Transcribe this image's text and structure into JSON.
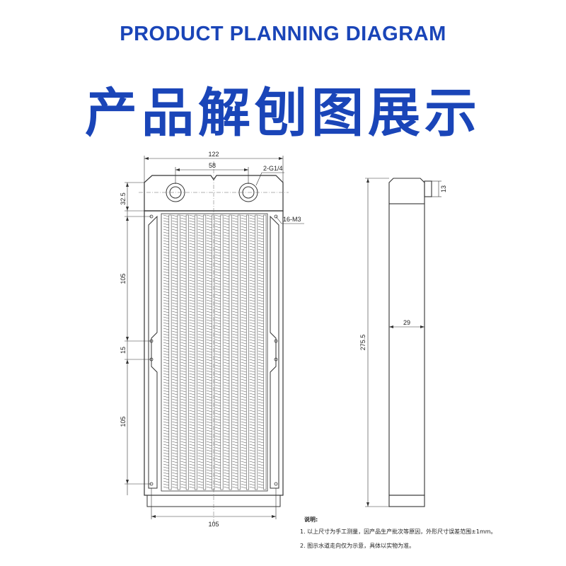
{
  "header": {
    "title_en": "PRODUCT PLANNING DIAGRAM",
    "title_cn": "产品解刨图展示"
  },
  "dimensions": {
    "width_top": "122",
    "port_spacing": "58",
    "port_label": "2-G1/4",
    "screw_label": "16-M3",
    "top_height": "32.5",
    "upper_span": "105",
    "middle_span": "15",
    "lower_span": "105",
    "width_bottom": "105",
    "total_length": "275.5",
    "thickness": "29",
    "port_height": "13"
  },
  "notes": {
    "heading": "说明:",
    "line1": "1. 以上尺寸为手工测量，因产品生产批次等原因，外形尺寸误差范围±1mm。",
    "line2": "2. 图示水道走向仅为示意，具体以实物为准。"
  },
  "colors": {
    "title": "#1a45b8",
    "line": "#333333"
  }
}
